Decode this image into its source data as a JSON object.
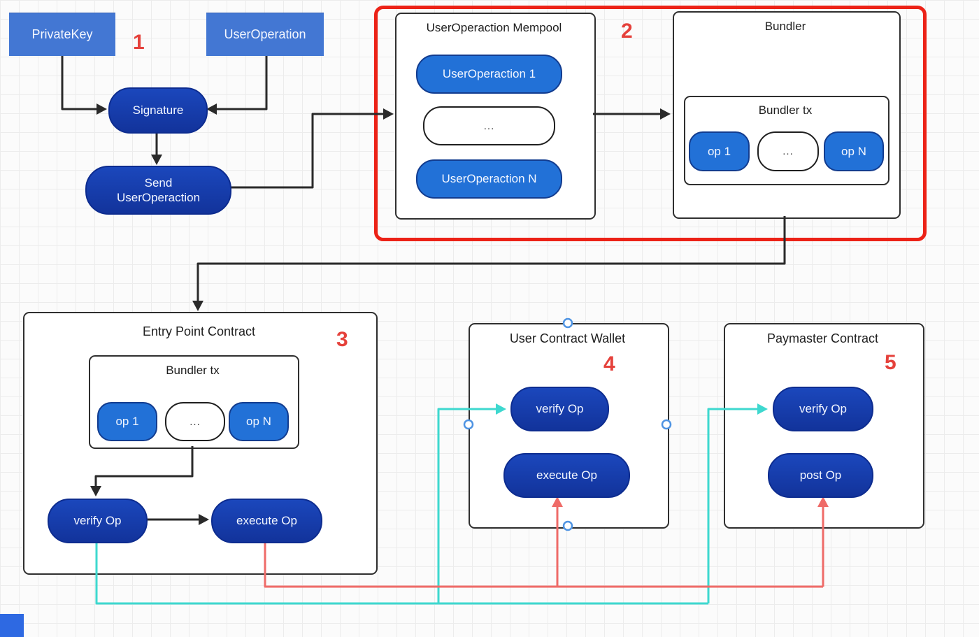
{
  "colors": {
    "background_grid_line": "#ececec",
    "node_rect_blue": "#4377d3",
    "pill_dark_blue": "#16399e",
    "pill_mid_blue": "#2271d7",
    "pill_border_navy": "#123c8f",
    "box_border": "#2f2f2f",
    "red_highlight_frame": "#ec2217",
    "step_number_red": "#e5413b",
    "cyan_connector": "#3ed8cf",
    "red_connector": "#ef6b68",
    "black_connector": "#2a2a2a"
  },
  "step1": {
    "number": "1",
    "private_key": "PrivateKey",
    "user_operation": "UserOperation",
    "signature": "Signature",
    "send_line1": "Send",
    "send_line2": "UserOperaction"
  },
  "step2": {
    "number": "2",
    "mempool": {
      "title": "UserOperaction Mempool",
      "pill_first": "UserOperaction 1",
      "pill_mid": "...",
      "pill_last": "UserOperaction N"
    },
    "bundler": {
      "title": "Bundler",
      "tx_title": "Bundler tx",
      "op_first": "op 1",
      "op_mid": "...",
      "op_last": "op N"
    }
  },
  "step3": {
    "number": "3",
    "title": "Entry Point Contract",
    "tx_title": "Bundler tx",
    "op_first": "op 1",
    "op_mid": "...",
    "op_last": "op N",
    "verify": "verify Op",
    "execute": "execute Op"
  },
  "step4": {
    "number": "4",
    "title": "User Contract Wallet",
    "verify": "verify Op",
    "execute": "execute Op"
  },
  "step5": {
    "number": "5",
    "title": "Paymaster Contract",
    "verify": "verify Op",
    "post": "post Op"
  }
}
